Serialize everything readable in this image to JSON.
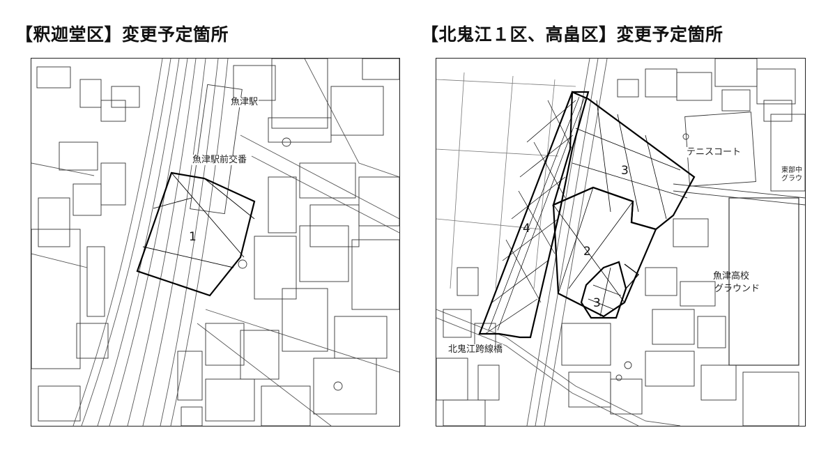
{
  "titles": {
    "left": "【釈迦堂区】変更予定箇所",
    "right": "【北鬼江１区、高畠区】変更予定箇所"
  },
  "left_map": {
    "labels": {
      "station": "魚津駅",
      "police_box": "魚津駅前交番"
    },
    "areas": [
      "1"
    ]
  },
  "right_map": {
    "labels": {
      "tennis_court": "テニスコート",
      "school_ground_1": "魚津高校",
      "school_ground_2": "グラウンド",
      "bridge": "北鬼江跨線橋",
      "cutoff_1": "東部中",
      "cutoff_2": "グラウ"
    },
    "areas": [
      "2",
      "3",
      "3",
      "4"
    ]
  }
}
